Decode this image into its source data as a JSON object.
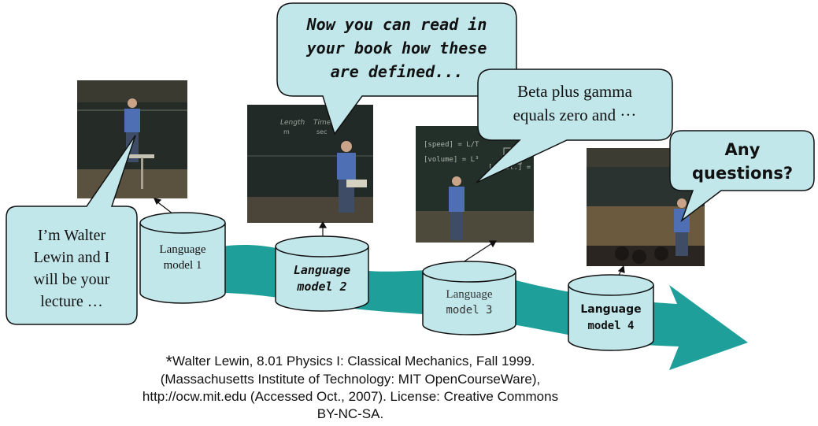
{
  "bubbles": {
    "bubble1": [
      "I’m Walter",
      "Lewin and I",
      "will be your",
      "lecture …"
    ],
    "bubble2": [
      "Now you can read in",
      "your book how these",
      "are defined..."
    ],
    "bubble3": [
      "Beta plus gamma",
      "equals zero and ···"
    ],
    "bubble4": [
      "Any",
      "questions?"
    ]
  },
  "models": {
    "model1": [
      "Language",
      "model 1"
    ],
    "model2": [
      "Language",
      "model 2"
    ],
    "model3": [
      "Language",
      "model 3"
    ],
    "model4": [
      "Language",
      "model 4"
    ]
  },
  "caption": {
    "star": "*",
    "line1": "Walter Lewin, 8.01 Physics I: Classical Mechanics, Fall 1999.",
    "line2": "(Massachusetts Institute of Technology: MIT OpenCourseWare),",
    "line3": "http://ocw.mit.edu (Accessed Oct., 2007). License: Creative Commons",
    "line4": "BY-NC-SA."
  },
  "colors": {
    "arrow": "#1f9f9a",
    "bubble_fill": "#c2e7eb",
    "cylinder_fill": "#c2e7eb",
    "chalkboard": "#1e2a26"
  }
}
